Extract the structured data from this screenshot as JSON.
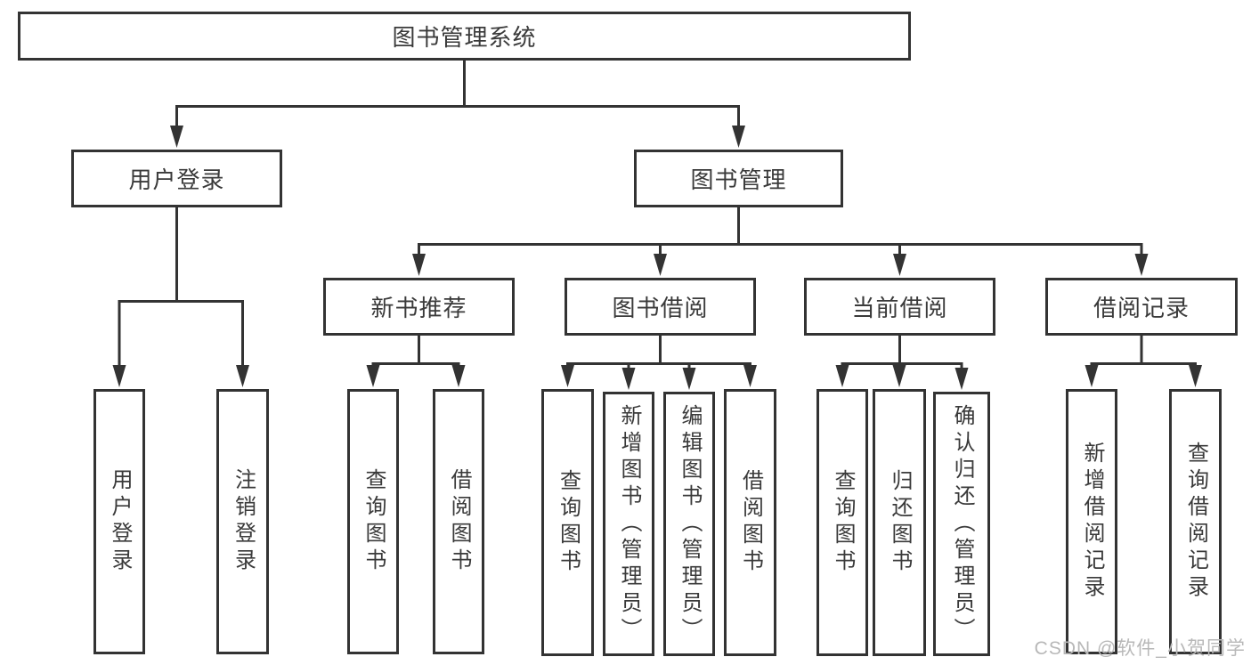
{
  "colors": {
    "line": "#333333",
    "text": "#3a3a3a",
    "watermark": "#b8b8b8",
    "background": "#ffffff",
    "box_fill": "#ffffff"
  },
  "watermark": {
    "text": "CSDN @软件_小贺同学"
  },
  "diagram": {
    "root": {
      "label": "图书管理系统"
    },
    "level2": {
      "user_login": {
        "label": "用户登录"
      },
      "book_mgmt": {
        "label": "图书管理"
      }
    },
    "level3": {
      "new_books": {
        "label": "新书推荐"
      },
      "book_borrow": {
        "label": "图书借阅"
      },
      "current_borrow": {
        "label": "当前借阅"
      },
      "borrow_records": {
        "label": "借阅记录"
      }
    },
    "leaves": {
      "user_login": [
        "用户登录",
        "注销登录"
      ],
      "new_books": [
        "查询图书",
        "借阅图书"
      ],
      "book_borrow": [
        "查询图书",
        "新增图书（管理员）",
        "编辑图书（管理员）",
        "借阅图书"
      ],
      "current_borrow": [
        "查询图书",
        "归还图书",
        "确认归还（管理员）"
      ],
      "borrow_records": [
        "新增借阅记录",
        "查询借阅记录"
      ]
    }
  }
}
